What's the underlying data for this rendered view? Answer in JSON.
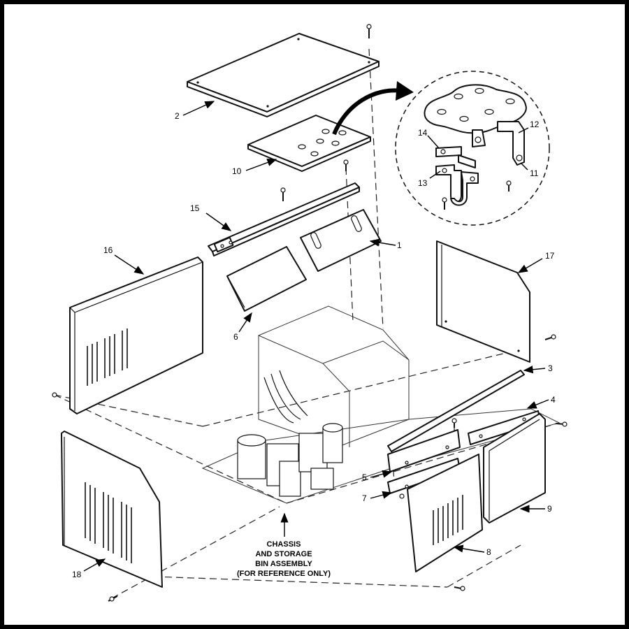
{
  "callouts": [
    "1",
    "2",
    "3",
    "4",
    "5",
    "6",
    "7",
    "8",
    "9",
    "10",
    "11",
    "12",
    "13",
    "14",
    "15",
    "16",
    "17",
    "18"
  ],
  "caption": {
    "line1": "CHASSIS",
    "line2": "AND STORAGE",
    "line3": "BIN ASSEMBLY",
    "line4": "(FOR REFERENCE ONLY)"
  }
}
